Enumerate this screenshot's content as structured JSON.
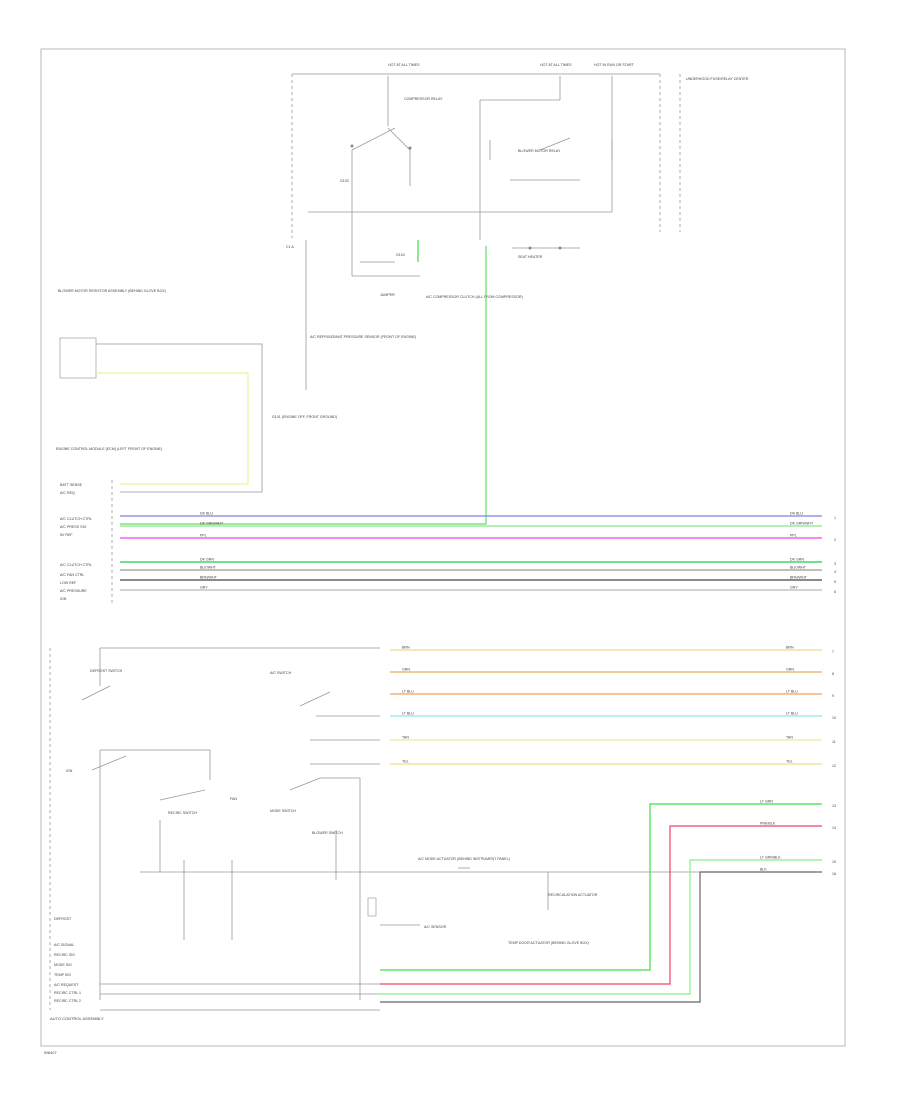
{
  "page_footer": "W6407",
  "module_label": "AUTO CONTROL ASSEMBLY",
  "fuse_labels": {
    "left": "HOT AT ALL TIMES",
    "middle": "HOT AT ALL TIMES",
    "right": "HOT IN RUN OR START"
  },
  "fuse_block_note": "UNDERHOOD FUSE/RELAY CENTER",
  "relay_labels": [
    "COMPRESSOR RELAY",
    "BLOWER MOTOR RELAY",
    "SEAT HEATER"
  ],
  "g_labels": [
    "G103",
    "G104"
  ],
  "upper_notes": {
    "compressor_clutch": "A/C COMPRESSOR CLUTCH (ALL FROM COMPRESSOR)",
    "jumper": "JUMPER",
    "ground": "G101 (ENGINE OFF, FRONT GROUND)",
    "pressure_sensor": "A/C REFRIGERANT PRESSURE SENSOR (FRONT OF ENGINE)"
  },
  "blower_block_label": "BLOWER MOTOR RESISTOR ASSEMBLY (BEHIND GLOVE BOX)",
  "ecm_block_label": "ENGINE CONTROL MODULE (ECM) (LEFT FRONT OF ENGINE)",
  "ecm_pins": [
    "BATT SENSE",
    "A/C REQ",
    "A/C CLUTCH CTRL",
    "A/C PRESS SIG",
    "5V REF",
    "A/C CLUTCH CTRL",
    "A/C FAN CTRL",
    "LOW REF",
    "A/C PRESSURE",
    "IGN"
  ],
  "upper_bus_wires": [
    {
      "color": "#8080e8",
      "label": "DK BLU",
      "num": "1"
    },
    {
      "color": "#88e888",
      "label": "DK GRN/WHT",
      "num": ""
    },
    {
      "color": "#ee44ee",
      "label": "PPL",
      "num": "2"
    },
    {
      "color": "#22cc44",
      "label": "DK GRN",
      "num": "3"
    },
    {
      "color": "#999999",
      "label": "BLK/WHT",
      "num": "4"
    },
    {
      "color": "#444444",
      "label": "BRN/WHT",
      "num": "5"
    },
    {
      "color": "#bbbbbb",
      "label": "GRY",
      "num": "6"
    }
  ],
  "lower_bus_wires": [
    {
      "color": "#f0d890",
      "label": "BRN",
      "num": "7"
    },
    {
      "color": "#e8b060",
      "label": "ORN",
      "num": "8"
    },
    {
      "color": "#f0a060",
      "label": "LT BLU",
      "num": "9"
    },
    {
      "color": "#90e8e8",
      "label": "LT BLU",
      "num": "10"
    },
    {
      "color": "#f0e8a0",
      "label": "TAN",
      "num": "11"
    },
    {
      "color": "#f0e080",
      "label": "YEL",
      "num": "12"
    }
  ],
  "right_out_wires": [
    {
      "color": "#44dd44",
      "label": "LT GRN",
      "num": "13"
    },
    {
      "color": "#ee4466",
      "label": "PNK/BLK",
      "num": "14"
    },
    {
      "color": "#88ee88",
      "label": "LT GRN/BLK",
      "num": "15"
    },
    {
      "color": "#666666",
      "label": "BLK",
      "num": "16"
    }
  ],
  "switch_labels": {
    "defrost": "DEFROST SWITCH",
    "ac": "A/C SWITCH",
    "recirc": "RECIRC SWITCH",
    "mode": "MODE SWITCH",
    "blower": "BLOWER SWITCH",
    "fan": "FAN",
    "ign": "IGN"
  },
  "lower_notes": {
    "actuator": "A/C MODE ACTUATOR (BEHIND INSTRUMENT PANEL)",
    "recirc_actuator": "RECIRCULATION ACTUATOR",
    "temp_door": "TEMP DOOR ACTUATOR (BEHIND GLOVE BOX)",
    "sensor": "A/C SENSOR"
  },
  "module_pins": [
    "DEFROST",
    "A/C SIGNAL",
    "RECIRC SIG",
    "MODE SIG",
    "TEMP SIG",
    "A/C REQUEST",
    "RECIRC CTRL 1",
    "RECIRC CTRL 2"
  ]
}
